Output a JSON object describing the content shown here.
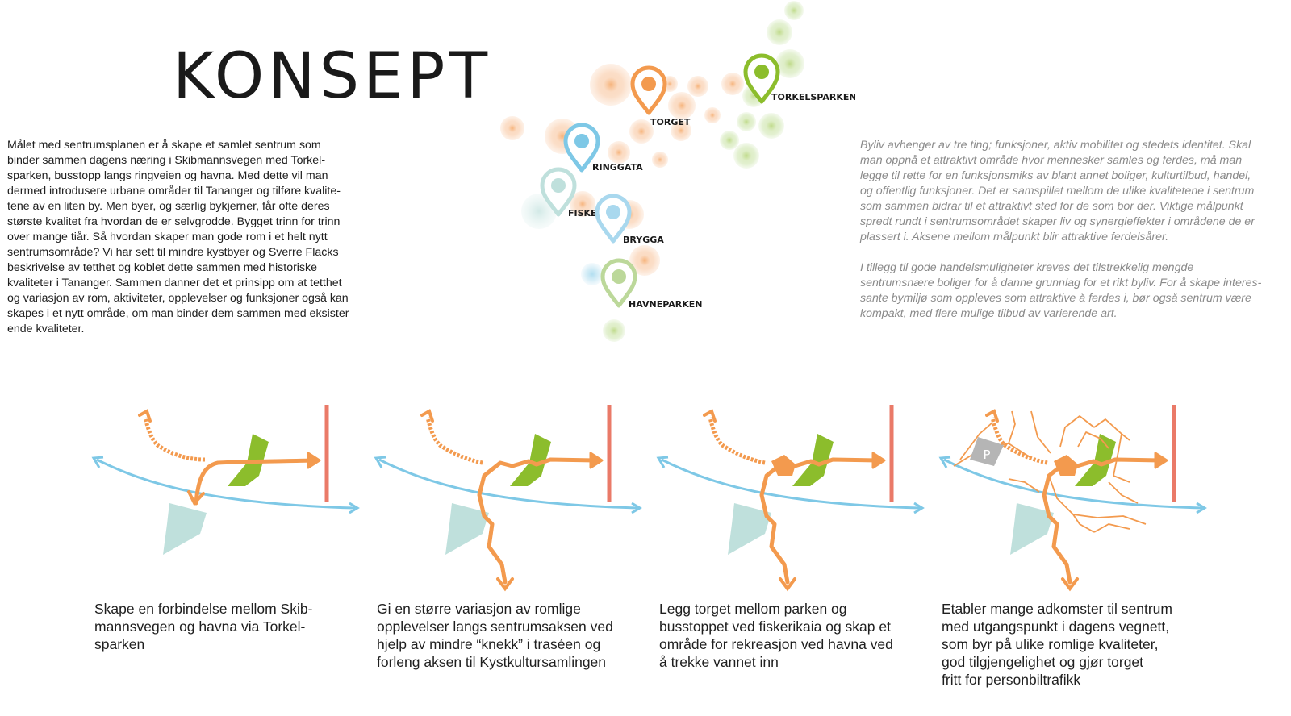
{
  "title": "KONSEPT",
  "intro_lines": [
    "Målet med sentrumsplanen er å skape et samlet sentrum som",
    "binder sammen dagens næring i Skibmannsvegen med Torkel-",
    "sparken, busstopp langs ringveien og havna. Med dette vil man",
    "dermed introdusere urbane områder til Tananger og tilføre kvalite-",
    "tene av en liten by. Men byer, og særlig bykjerner, får ofte deres",
    "største kvalitet fra hvordan de er selvgrodde. Bygget trinn for trinn",
    "over mange tiår. Så hvordan skaper man gode rom i et helt nytt",
    "sentrumsområde? Vi har sett til mindre kystbyer og Sverre Flacks",
    "beskrivelse av tetthet og koblet dette sammen med historiske",
    "kvaliteter i Tananger. Sammen danner det et prinsipp om at tetthet",
    "og variasjon av rom, aktiviteter, opplevelser og funksjoner også kan",
    "skapes i et nytt område, om man binder dem sammen med eksister",
    "ende kvaliteter."
  ],
  "side_para1": [
    "Byliv avhenger av tre ting; funksjoner, aktiv mobilitet og stedets identitet. Skal",
    "man oppnå et attraktivt område hvor mennesker samles og ferdes, må man",
    "legge til rette for en funksjonsmiks av blant annet boliger, kulturtilbud, handel,",
    "og offentlig funksjoner. Det er samspillet mellom de ulike kvalitetene i sentrum",
    "som sammen bidrar til et attraktivt sted for de som bor der. Viktige målpunkt",
    "spredt rundt i sentrumsområdet skaper liv og synergieffekter i områdene de er",
    "plassert i. Aksene mellom målpunkt blir attraktive ferdelsårer."
  ],
  "side_para2": [
    "I tillegg til gode handelsmuligheter kreves det tilstrekkelig mengde",
    "sentrumsnære boliger for å danne grunnlag for et rikt byliv. For å skape interes-",
    "sante bymiljø som oppleves som attraktive å ferdes i, bør også sentrum være",
    "kompakt, med flere mulige tilbud av varierende art."
  ],
  "map": {
    "pins": [
      {
        "label": "TORGET",
        "color": "#f39a4e"
      },
      {
        "label": "TORKELSPARKEN",
        "color": "#8cbd2c"
      },
      {
        "label": "RINGGATA",
        "color": "#7ec8e6"
      },
      {
        "label": "FISKERIKAIA",
        "color": "#bfe0dc"
      },
      {
        "label": "BRYGGA",
        "color": "#a9d8ee"
      },
      {
        "label": "HAVNEPARKEN",
        "color": "#bcd89a"
      }
    ]
  },
  "diagrams": [
    {
      "caption_lines": [
        "Skape en forbindelse mellom Skib-",
        "mannsvegen og havna via Torkel-",
        "sparken"
      ]
    },
    {
      "caption_lines": [
        "Gi en større variasjon av romlige",
        "opplevelser langs sentrumsaksen ved",
        "hjelp av mindre “knekk” i traséen og",
        "forleng aksen til Kystkultursamlingen"
      ]
    },
    {
      "caption_lines": [
        "Legg torget mellom parken og",
        "busstoppet ved fiskerikaia og skap et",
        "område for rekreasjon ved havna ved",
        "å trekke vannet inn"
      ]
    },
    {
      "caption_lines": [
        "Etabler mange adkomster til sentrum",
        "med utgangspunkt i dagens vegnett,",
        "som byr på ulike romlige kvaliteter,",
        "god tilgjengelighet og gjør torget",
        "fritt for personbiltrafikk"
      ]
    }
  ],
  "parking_label": "P",
  "colors": {
    "orange": "#f39a4e",
    "blue": "#7ec8e6",
    "green": "#8cbd2c",
    "red": "#ea7a68",
    "teal": "#bfe0dc"
  }
}
